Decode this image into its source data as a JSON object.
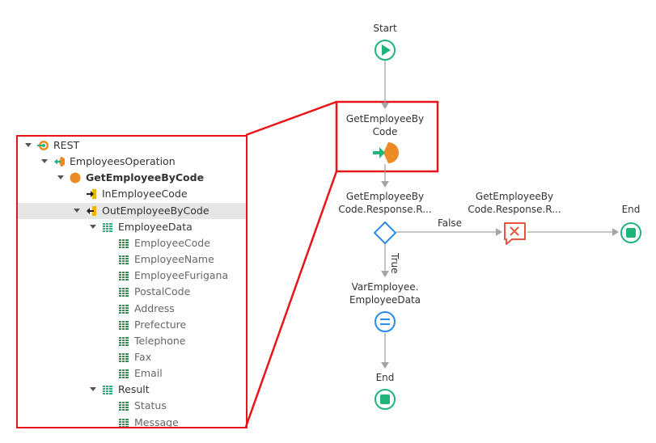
{
  "tree": [
    {
      "label": "REST",
      "icon": "rest-api-icon",
      "level": 0,
      "expanded": true
    },
    {
      "label": "EmployeesOperation",
      "icon": "rest-operation-icon",
      "level": 1,
      "expanded": true
    },
    {
      "label": "GetEmployeeByCode",
      "icon": "method-icon",
      "level": 2,
      "expanded": true,
      "bold": true
    },
    {
      "label": "InEmployeeCode",
      "icon": "input-parameter-icon",
      "level": 3
    },
    {
      "label": "OutEmployeeByCode",
      "icon": "output-parameter-icon",
      "level": 3,
      "expanded": true,
      "selected": true
    },
    {
      "label": "EmployeeData",
      "icon": "structure-icon",
      "level": 4,
      "expanded": true
    },
    {
      "label": "EmployeeCode",
      "icon": "attribute-icon",
      "level": 5
    },
    {
      "label": "EmployeeName",
      "icon": "attribute-icon",
      "level": 5
    },
    {
      "label": "EmployeeFurigana",
      "icon": "attribute-icon",
      "level": 5
    },
    {
      "label": "PostalCode",
      "icon": "attribute-icon",
      "level": 5
    },
    {
      "label": "Address",
      "icon": "attribute-icon",
      "level": 5
    },
    {
      "label": "Prefecture",
      "icon": "attribute-icon",
      "level": 5
    },
    {
      "label": "Telephone",
      "icon": "attribute-icon",
      "level": 5
    },
    {
      "label": "Fax",
      "icon": "attribute-icon",
      "level": 5
    },
    {
      "label": "Email",
      "icon": "attribute-icon",
      "level": 5
    },
    {
      "label": "Result",
      "icon": "structure-icon",
      "level": 4,
      "expanded": true
    },
    {
      "label": "Status",
      "icon": "attribute-icon",
      "level": 5
    },
    {
      "label": "Message",
      "icon": "attribute-icon",
      "level": 5
    }
  ],
  "flow": {
    "start": "Start",
    "call_line1": "GetEmployeeBy",
    "call_line2": "Code",
    "if_line1": "GetEmployeeBy",
    "if_line2": "Code.Response.R...",
    "exc_line1": "GetEmployeeBy",
    "exc_line2": "Code.Response.R...",
    "false_label": "False",
    "true_label": "True",
    "end_right": "End",
    "assign_line1": "VarEmployee.",
    "assign_line2": "EmployeeData",
    "end_bottom": "End"
  },
  "colors": {
    "highlight": "#e8141a",
    "green": "#1fb57a",
    "orange": "#ec8a24",
    "blue": "#2a8ce6",
    "error": "#e7533c",
    "line": "#a0a0a0"
  }
}
